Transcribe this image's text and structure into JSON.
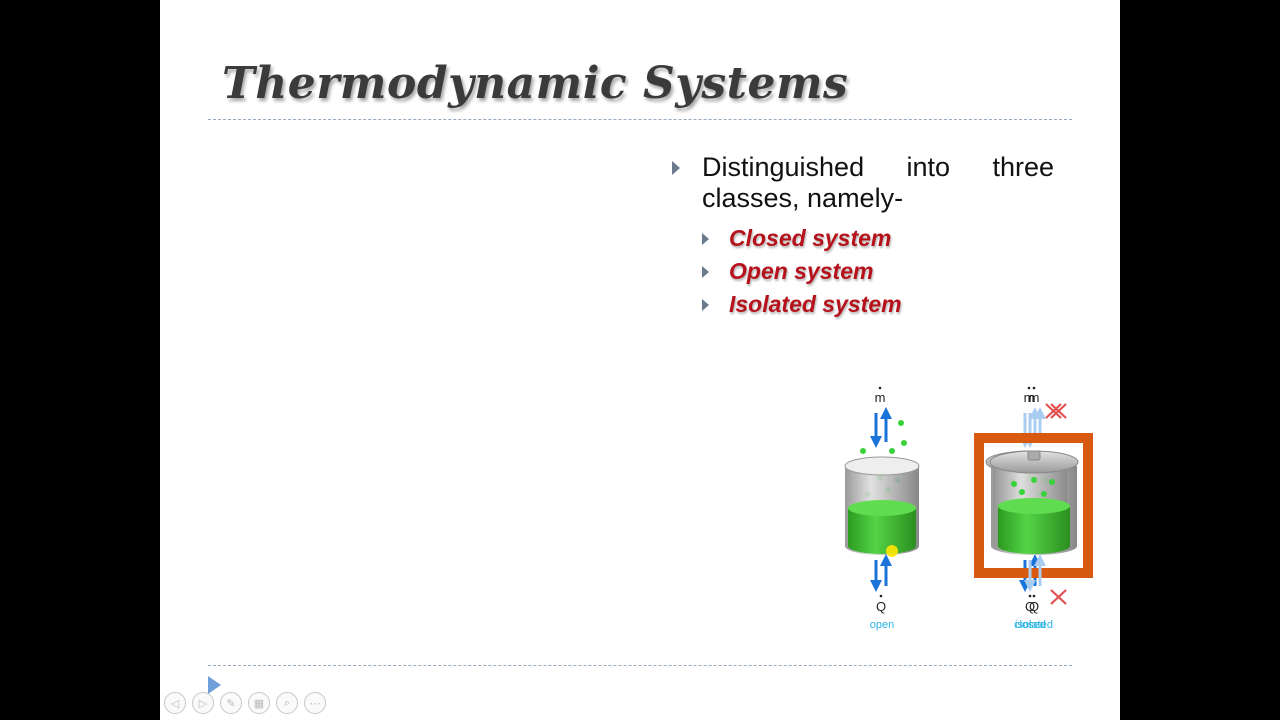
{
  "slide": {
    "title": "Thermodynamic Systems",
    "bullet": "Distinguished into three classes, namely-",
    "sub_items": [
      "Closed system",
      "Open system",
      "Isolated system"
    ]
  },
  "diagram": {
    "panels": [
      {
        "caption": "open",
        "mass_symbol": "m",
        "heat_symbol": "Q"
      },
      {
        "caption": "closed",
        "mass_symbol": "m",
        "heat_symbol": "Q"
      },
      {
        "caption": "isolated",
        "mass_symbol": "m",
        "heat_symbol": "Q"
      }
    ]
  },
  "colors": {
    "accent_red": "#b5121b",
    "arrow_blue": "#1a73d9",
    "fluid_green": "#3dbb2e",
    "insulation_orange": "#d85a10",
    "caption_cyan": "#2ab3e6"
  },
  "controls": [
    "previous-icon",
    "next-icon",
    "pen-icon",
    "slides-icon",
    "zoom-icon",
    "more-icon"
  ]
}
